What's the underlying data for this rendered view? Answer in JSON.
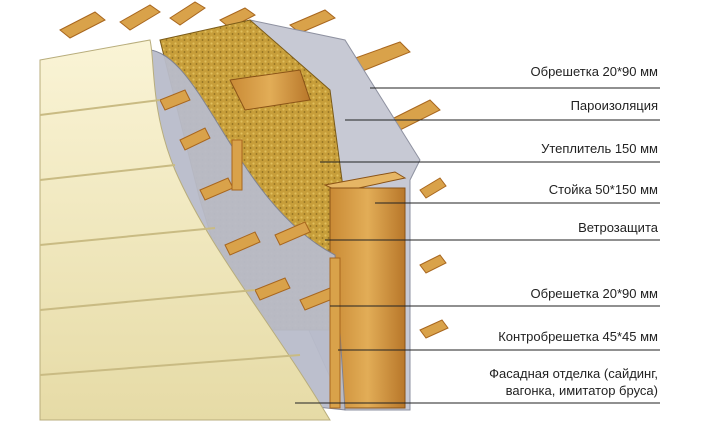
{
  "labels": [
    {
      "id": "battens-top",
      "text": "Обрешетка 20*90 мм"
    },
    {
      "id": "vapor-barrier",
      "text": "Пароизоляция"
    },
    {
      "id": "insulation",
      "text": "Утеплитель 150 мм"
    },
    {
      "id": "stud",
      "text": "Стойка 50*150 мм"
    },
    {
      "id": "wind-barrier",
      "text": "Ветрозащита"
    },
    {
      "id": "battens-bottom",
      "text": "Обрешетка 20*90 мм"
    },
    {
      "id": "counter-battens",
      "text": "Контробрешетка 45*45 мм"
    },
    {
      "id": "facade-line1",
      "text": "Фасадная отделка (сайдинг,"
    },
    {
      "id": "facade-line2",
      "text": "вагонка, имитатор бруса)"
    }
  ],
  "colors": {
    "wood": "#d9a24a",
    "wood_dark": "#a8661e",
    "siding": "#f3ebc0",
    "membrane": "#c9cbd6",
    "insulation": "#c9a23e"
  }
}
